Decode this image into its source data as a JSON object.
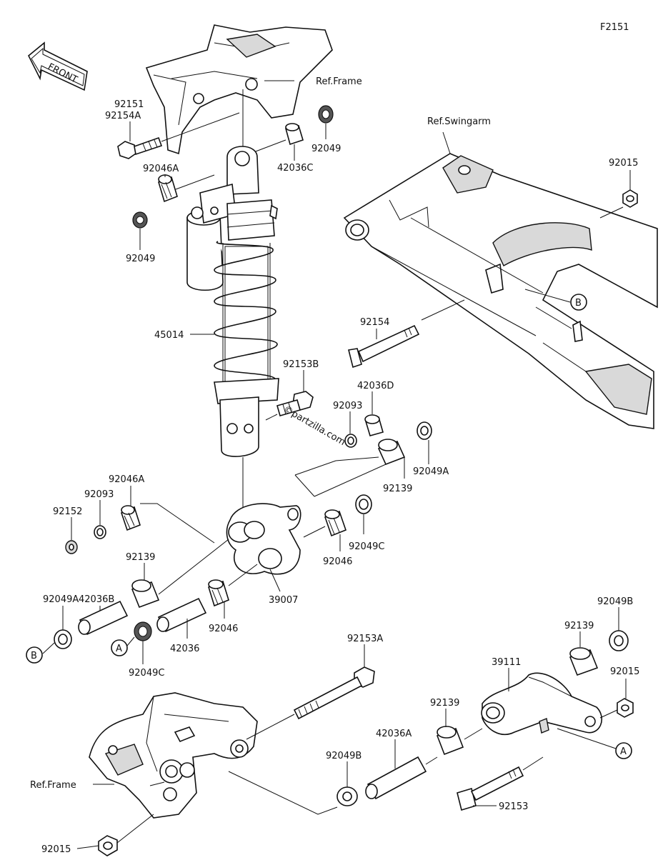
{
  "figure_code": "F2151",
  "front_label": "FRONT",
  "watermark": "©partzilla.com",
  "parts": [
    {
      "id": "ref_frame_top",
      "text": "Ref.Frame"
    },
    {
      "id": "p92151",
      "text": "92151"
    },
    {
      "id": "p92154A",
      "text": "92154A"
    },
    {
      "id": "p92049_top",
      "text": "92049"
    },
    {
      "id": "p42036C",
      "text": "42036C"
    },
    {
      "id": "p92046A_top",
      "text": "92046A"
    },
    {
      "id": "p92049_left",
      "text": "92049"
    },
    {
      "id": "ref_swingarm",
      "text": "Ref.Swingarm"
    },
    {
      "id": "p92015_top",
      "text": "92015"
    },
    {
      "id": "p92154",
      "text": "92154"
    },
    {
      "id": "p45014",
      "text": "45014"
    },
    {
      "id": "p92153B",
      "text": "92153B"
    },
    {
      "id": "p42036D",
      "text": "42036D"
    },
    {
      "id": "p92093_top",
      "text": "92093"
    },
    {
      "id": "p92049A_top",
      "text": "92049A"
    },
    {
      "id": "p92139_top",
      "text": "92139"
    },
    {
      "id": "p92046A_mid",
      "text": "92046A"
    },
    {
      "id": "p92093_mid",
      "text": "92093"
    },
    {
      "id": "p92152",
      "text": "92152"
    },
    {
      "id": "p92049C_mid",
      "text": "92049C"
    },
    {
      "id": "p92046_mid",
      "text": "92046"
    },
    {
      "id": "p92139_mid",
      "text": "92139"
    },
    {
      "id": "p39007",
      "text": "39007"
    },
    {
      "id": "p42036B",
      "text": "42036B"
    },
    {
      "id": "p92049A_low",
      "text": "92049A"
    },
    {
      "id": "p92046_low",
      "text": "92046"
    },
    {
      "id": "p42036",
      "text": "42036"
    },
    {
      "id": "p92049C_low",
      "text": "92049C"
    },
    {
      "id": "p92153A",
      "text": "92153A"
    },
    {
      "id": "p92049B_right",
      "text": "92049B"
    },
    {
      "id": "p92139_right",
      "text": "92139"
    },
    {
      "id": "p39111",
      "text": "39111"
    },
    {
      "id": "p92015_right",
      "text": "92015"
    },
    {
      "id": "p92139_low",
      "text": "92139"
    },
    {
      "id": "p42036A",
      "text": "42036A"
    },
    {
      "id": "p92049B_low",
      "text": "92049B"
    },
    {
      "id": "ref_frame_low",
      "text": "Ref.Frame"
    },
    {
      "id": "p92153",
      "text": "92153"
    },
    {
      "id": "p92015_low",
      "text": "92015"
    }
  ],
  "callouts": {
    "a": "A",
    "b": "B"
  }
}
